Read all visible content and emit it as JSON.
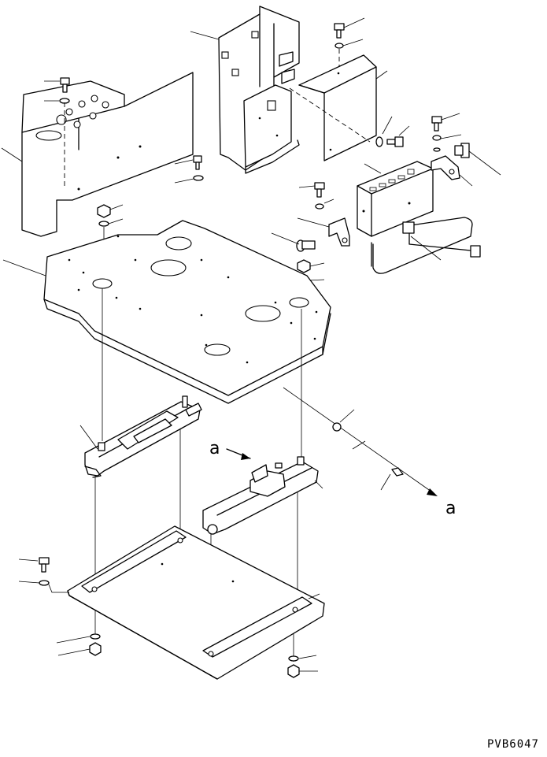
{
  "drawing_code": "PVB6047",
  "view_marker_top": "a",
  "view_marker_right": "a"
}
